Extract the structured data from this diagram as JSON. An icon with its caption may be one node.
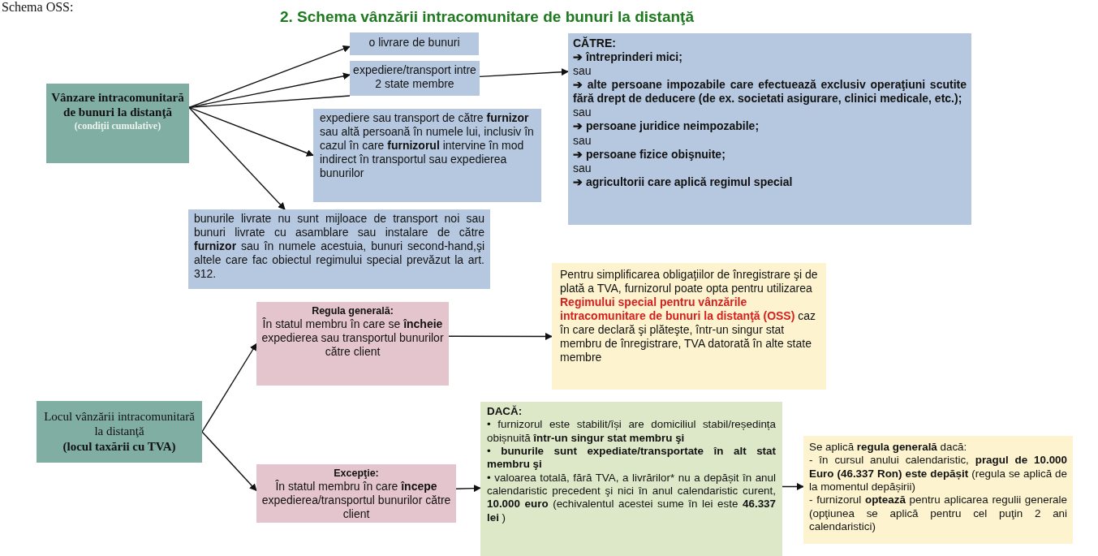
{
  "diagram": {
    "title": "2. Schema vânzării intracomunitare de bunuri la distanţă",
    "nodes": [
      {
        "text": [
          "Vânzare intracomunitară de bunuri la distanţă",
          "(condiţii cumulative)"
        ]
      },
      {
        "text": [
          "o livrare de bunuri"
        ]
      },
      {
        "text": [
          "expediere/transport intre 2 state membre"
        ]
      },
      {
        "text": [
          "expediere sau transport de către **furnizor** sau altă persoană în numele lui, inclusiv în cazul în care **furnizorul** intervine în mod indirect în transportul sau expedierea bunurilor"
        ]
      },
      {
        "text": [
          "bunurile livrate nu sunt mijloace de transport noi sau bunuri livrate cu asamblare sau instalare de către **furnizor** sau în numele acestuia, bunuri second-hand,şi altele care fac obiectul regimului special prevăzut la art. 312."
        ]
      },
      {
        "text": [
          "CĂTRE:",
          "➔ întreprinderi mici;",
          "sau",
          "➔ alte persoane impozabile care efectuează exclusiv operaţiuni scutite fără drept de deducere (de ex. societati asigurare, clinici medicale, etc.);",
          "sau",
          "➔ persoane juridice neimpozabile;",
          "sau",
          "➔ persoane fizice obişnuite;",
          "sau",
          "➔ agricultorii care aplică regimul special"
        ]
      },
      {
        "text": [
          "Locul vânzării intracomunitară la distanţă",
          "(locul taxării cu TVA)"
        ]
      },
      {
        "text": [
          "Regula generală:",
          "În statul membru în care se **încheie** expedierea sau transportul bunurilor către client"
        ]
      },
      {
        "text": [
          "Pentru simplificarea obligaţiilor de înregistrare şi de plată a TVA, furnizorul poate opta pentru utilizarea **Regimului special pentru vânzările intracomunitare de bunuri la distanţă (OSS)** caz în care declară şi plăteşte, într-un singur stat membru de înregistrare, TVA datorată în alte state membre"
        ]
      },
      {
        "text": [
          "Excepţie:",
          "În statul membru în care **începe** expedierea/transportul bunurilor către client"
        ]
      },
      {
        "text": [
          "DACĂ:",
          "• furnizorul este stabilit/își are domiciliul stabil/reședința obișnuită **într-un singur stat membru şi**",
          "• **bunurile sunt expediate/transportate în alt stat membru şi**",
          "• valoarea totală, fără TVA, a livrărilor* nu a depășit în anul calendaristic precedent şi nici în anul calendaristic curent, **10.000 euro** (echivalentul acestei sume în lei este **46.337 lei** )"
        ]
      },
      {
        "text": [
          "Se aplică **regula generală** dacă:",
          "- în cursul anului calendaristic, **pragul de 10.000 Euro (46.337 Ron) este depășit** (regula se aplică de la momentul depășirii)",
          "- furnizorul **optează** pentru aplicarea regulii generale (opţiunea se aplică pentru cel puţin 2 ani calendaristici)"
        ]
      }
    ],
    "edges": [
      {
        "from": 0,
        "to": 1,
        "arrow": "to"
      },
      {
        "from": 0,
        "to": 2,
        "arrow": "to"
      },
      {
        "from": 0,
        "to": 2,
        "arrow": "none"
      },
      {
        "from": 0,
        "to": 3,
        "arrow": "to"
      },
      {
        "from": 0,
        "to": 4,
        "arrow": "to"
      },
      {
        "from": 2,
        "to": 5,
        "arrow": "to"
      },
      {
        "from": 6,
        "to": 7,
        "arrow": "to"
      },
      {
        "from": 6,
        "to": 9,
        "arrow": "to"
      },
      {
        "from": 7,
        "to": 8,
        "arrow": "to"
      },
      {
        "from": 9,
        "to": 10,
        "arrow": "to"
      },
      {
        "from": 10,
        "to": 11,
        "arrow": "to"
      }
    ],
    "labels": [
      "Schema OSS:"
    ]
  }
}
